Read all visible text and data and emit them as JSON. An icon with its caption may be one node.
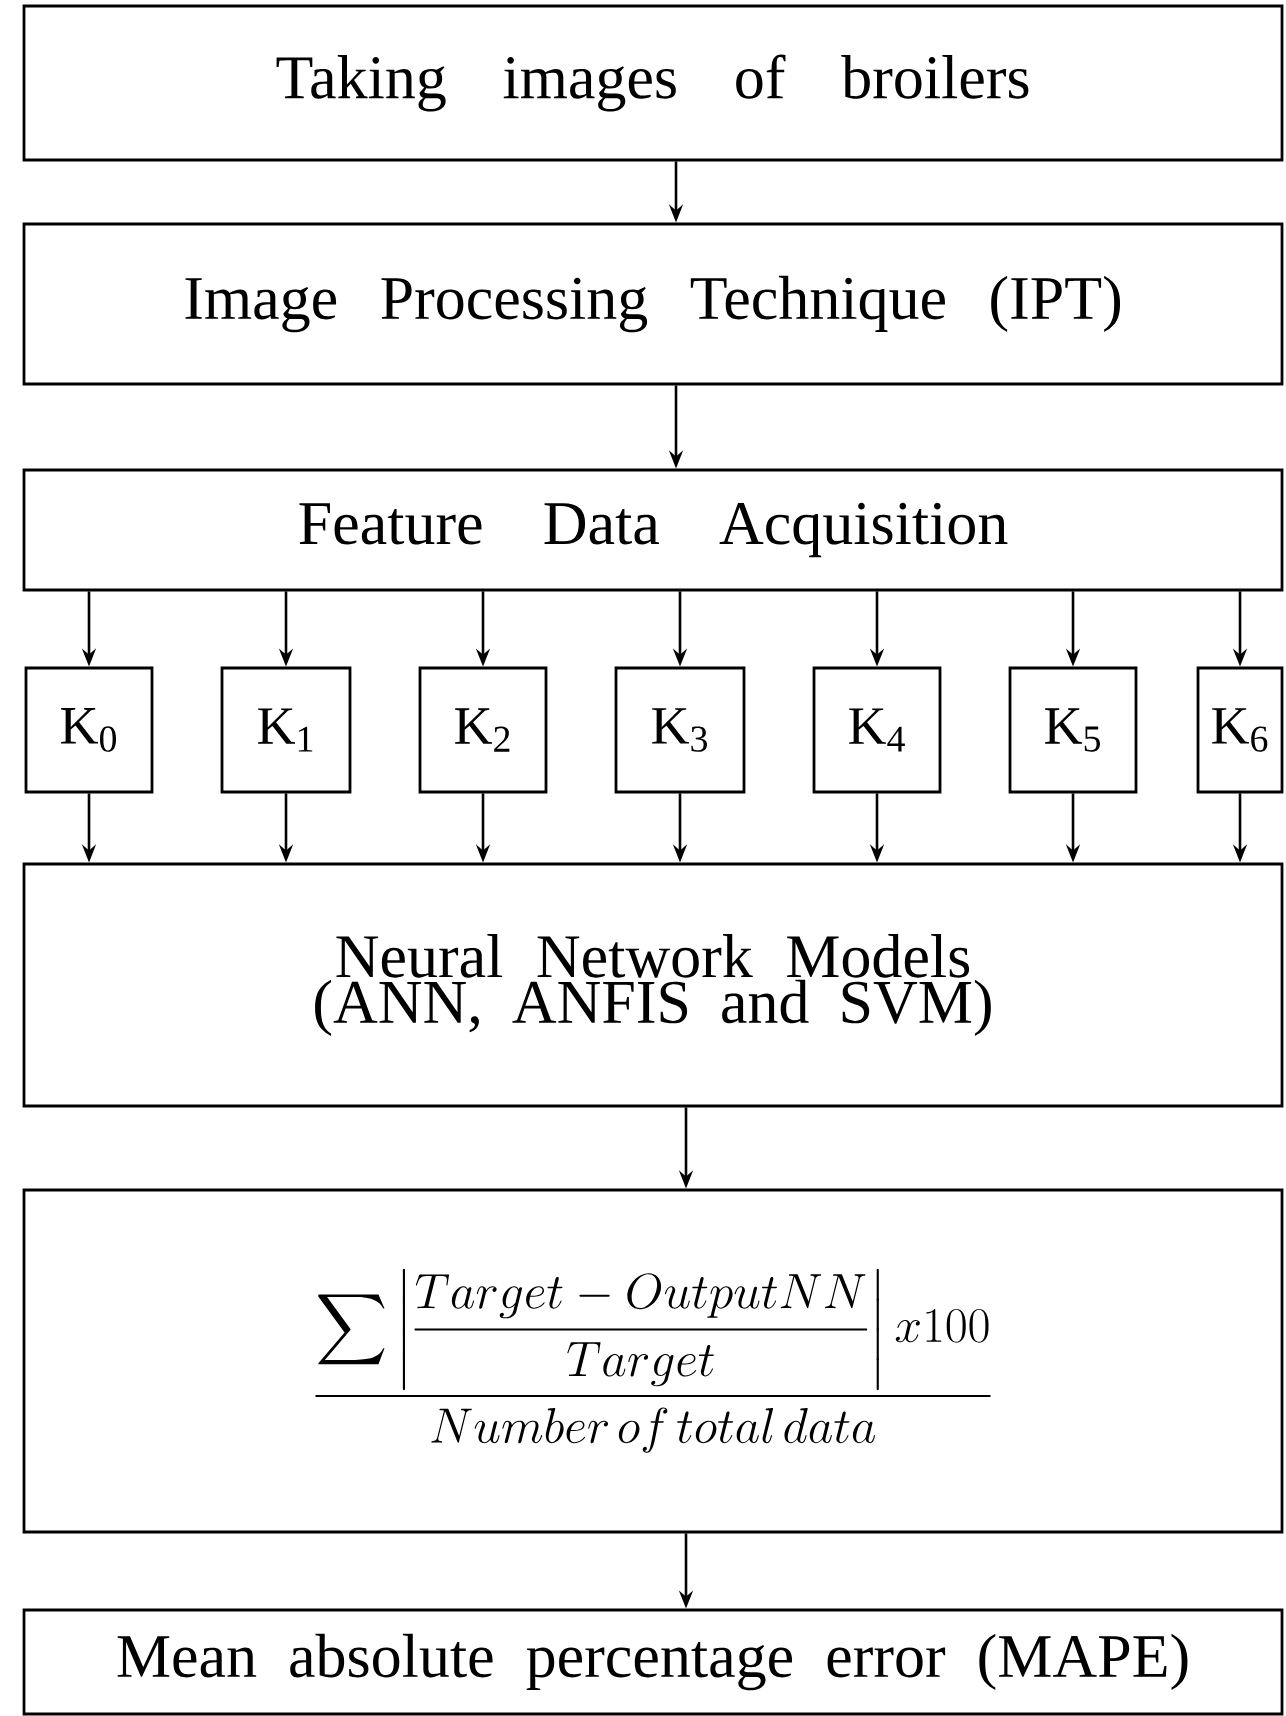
{
  "diagram": {
    "nodes": [
      {
        "text": [
          "Taking images of broilers"
        ]
      },
      {
        "text": [
          "Image Processing Technique (IPT)"
        ]
      },
      {
        "text": [
          "Feature Data Acquisition"
        ]
      },
      {
        "text": [
          "K$_{0}$"
        ]
      },
      {
        "text": [
          "K$_{1}$"
        ]
      },
      {
        "text": [
          "K$_{2}$"
        ]
      },
      {
        "text": [
          "K$_{3}$"
        ]
      },
      {
        "text": [
          "K$_{4}$"
        ]
      },
      {
        "text": [
          "K$_{5}$"
        ]
      },
      {
        "text": [
          "K$_{6}$"
        ]
      },
      {
        "text": [
          "Neural Network Models (ANN, ANFIS and SVM)"
        ]
      },
      {
        "text": [
          "\\dfrac{\\displaystyle\\sum\\left|\\dfrac{Target-OutputNN}{Target}\\right|x100}{Number\\ of\\ total\\ data}"
        ]
      },
      {
        "text": [
          "Mean absolute percentage error (MAPE)"
        ]
      }
    ],
    "edges": [
      {
        "from": 0,
        "to": 1,
        "arrow": "to"
      },
      {
        "from": 1,
        "to": 2,
        "arrow": "to"
      },
      {
        "from": 2,
        "to": 3,
        "arrow": "to"
      },
      {
        "from": 2,
        "to": 4,
        "arrow": "to"
      },
      {
        "from": 2,
        "to": 5,
        "arrow": "to"
      },
      {
        "from": 2,
        "to": 6,
        "arrow": "to"
      },
      {
        "from": 2,
        "to": 7,
        "arrow": "to"
      },
      {
        "from": 2,
        "to": 8,
        "arrow": "to"
      },
      {
        "from": 2,
        "to": 9,
        "arrow": "to"
      },
      {
        "from": 3,
        "to": 10,
        "arrow": "to"
      },
      {
        "from": 4,
        "to": 10,
        "arrow": "to"
      },
      {
        "from": 5,
        "to": 10,
        "arrow": "to"
      },
      {
        "from": 6,
        "to": 10,
        "arrow": "to"
      },
      {
        "from": 7,
        "to": 10,
        "arrow": "to"
      },
      {
        "from": 8,
        "to": 10,
        "arrow": "to"
      },
      {
        "from": 9,
        "to": 10,
        "arrow": "to"
      },
      {
        "from": 10,
        "to": 11,
        "arrow": "to"
      },
      {
        "from": 11,
        "to": 12,
        "arrow": "to"
      }
    ]
  }
}
